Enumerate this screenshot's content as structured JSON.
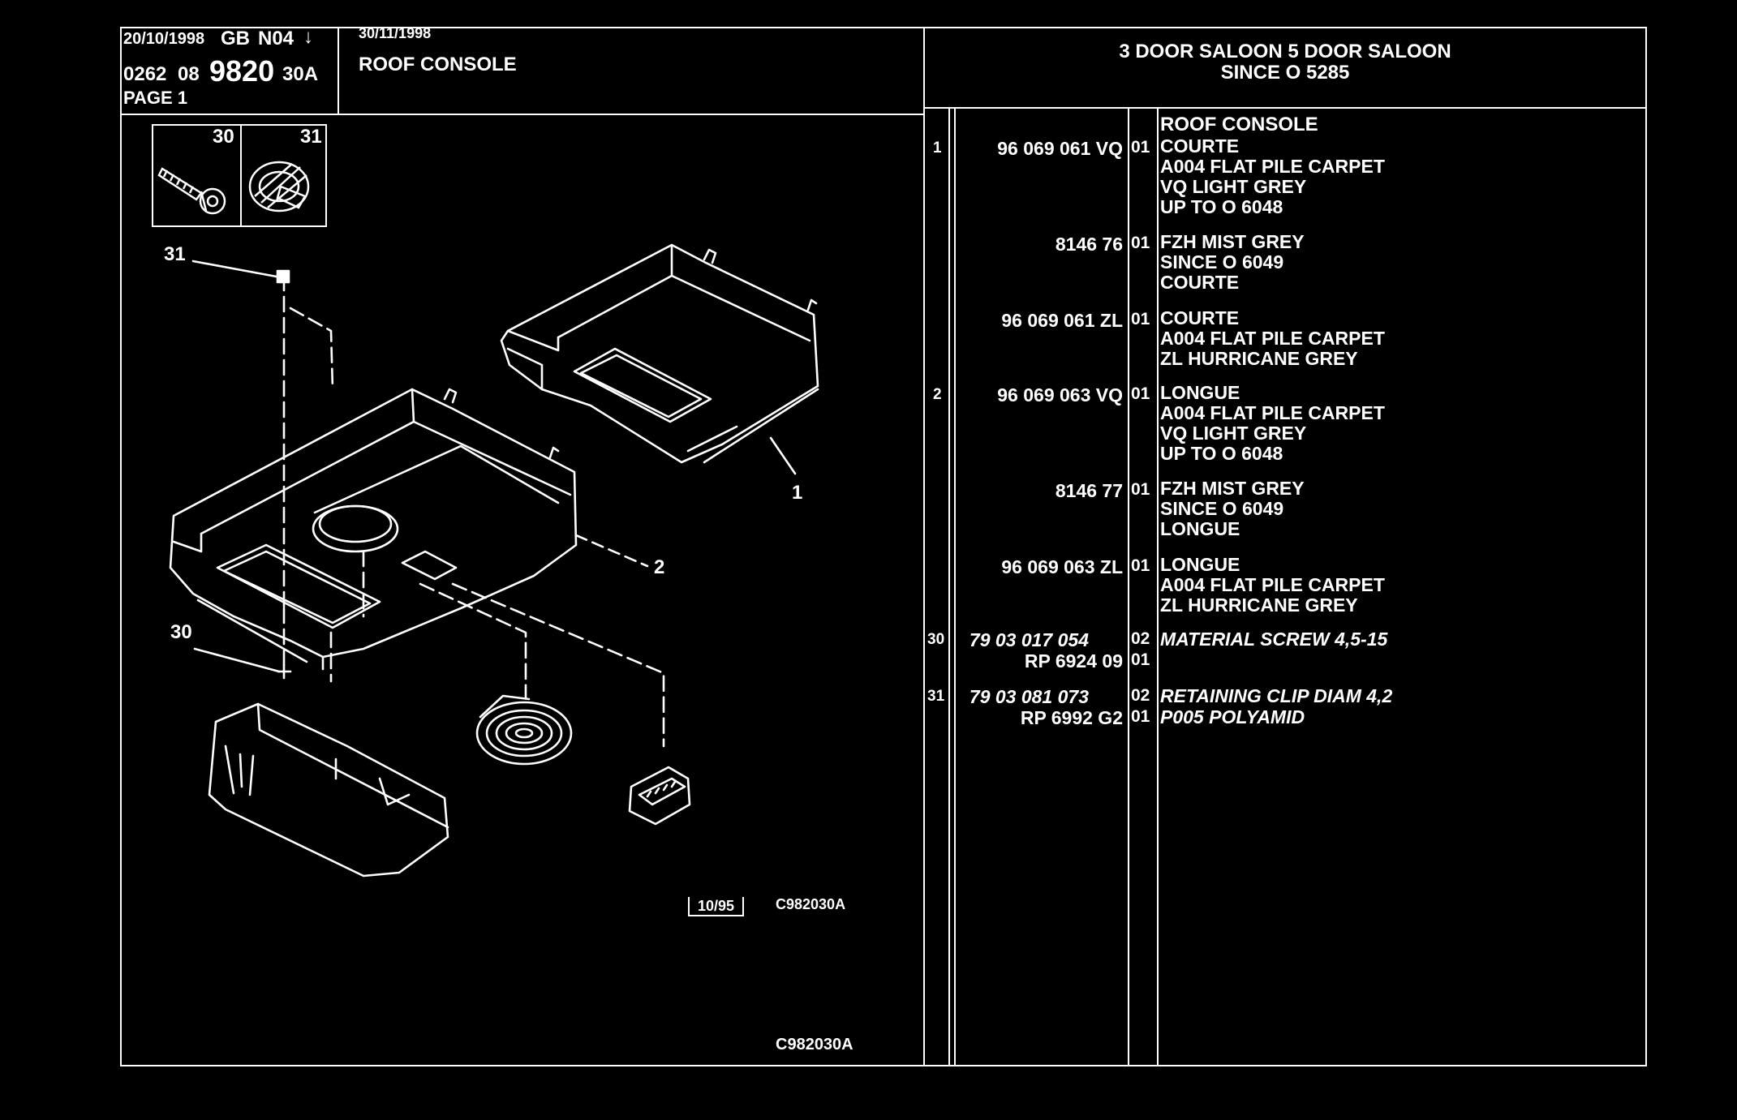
{
  "header": {
    "date1": "20/10/1998",
    "market": "GB",
    "code": "N04",
    "arrow": "↓",
    "line2a": "0262",
    "line2b": "08",
    "group": "9820",
    "sub": "30A",
    "page": "PAGE 1",
    "date2": "30/11/1998",
    "title": "ROOF CONSOLE",
    "model_line1": "3 DOOR SALOON 5 DOOR SALOON",
    "model_line2": "SINCE O  5285"
  },
  "diagram": {
    "thumb_labels": [
      "30",
      "31"
    ],
    "callouts": {
      "c31": "31",
      "c1": "1",
      "c2": "2",
      "c30": "30"
    },
    "stamp_date": "10/95",
    "ref_mid": "C982030A",
    "ref_bottom": "C982030A"
  },
  "parts": {
    "section_title": "ROOF CONSOLE",
    "rows": [
      {
        "ref": "1",
        "part": "96 069 061 VQ",
        "qty": "01",
        "desc": [
          "COURTE",
          "A004 FLAT PILE CARPET",
          "VQ LIGHT GREY",
          "UP TO O 6048"
        ]
      },
      {
        "ref": "",
        "part": "8146 76",
        "qty": "01",
        "desc": [
          "FZH MIST GREY",
          "SINCE O 6049",
          "COURTE"
        ]
      },
      {
        "ref": "",
        "part": "96 069 061 ZL",
        "qty": "01",
        "desc": [
          "COURTE",
          "A004 FLAT PILE CARPET",
          "ZL HURRICANE GREY"
        ]
      },
      {
        "ref": "2",
        "part": "96 069 063 VQ",
        "qty": "01",
        "desc": [
          "LONGUE",
          "A004 FLAT PILE CARPET",
          "VQ LIGHT GREY",
          "UP TO O 6048"
        ]
      },
      {
        "ref": "",
        "part": "8146 77",
        "qty": "01",
        "desc": [
          "FZH MIST GREY",
          "SINCE O 6049",
          "LONGUE"
        ]
      },
      {
        "ref": "",
        "part": "96 069 063 ZL",
        "qty": "01",
        "desc": [
          "LONGUE",
          "A004 FLAT PILE CARPET",
          "ZL HURRICANE GREY"
        ]
      },
      {
        "ref": "30",
        "part": "79 03 017 054",
        "qty": "02",
        "desc": [
          "MATERIAL SCREW 4,5-15"
        ]
      },
      {
        "ref": "",
        "part": "RP  6924 09",
        "qty": "01",
        "desc": [
          ""
        ]
      },
      {
        "ref": "31",
        "part": "79 03 081 073",
        "qty": "02",
        "desc": [
          "RETAINING CLIP DIAM 4,2"
        ]
      },
      {
        "ref": "",
        "part": "RP  6992 G2",
        "qty": "01",
        "desc": [
          "P005 POLYAMID"
        ]
      }
    ]
  }
}
